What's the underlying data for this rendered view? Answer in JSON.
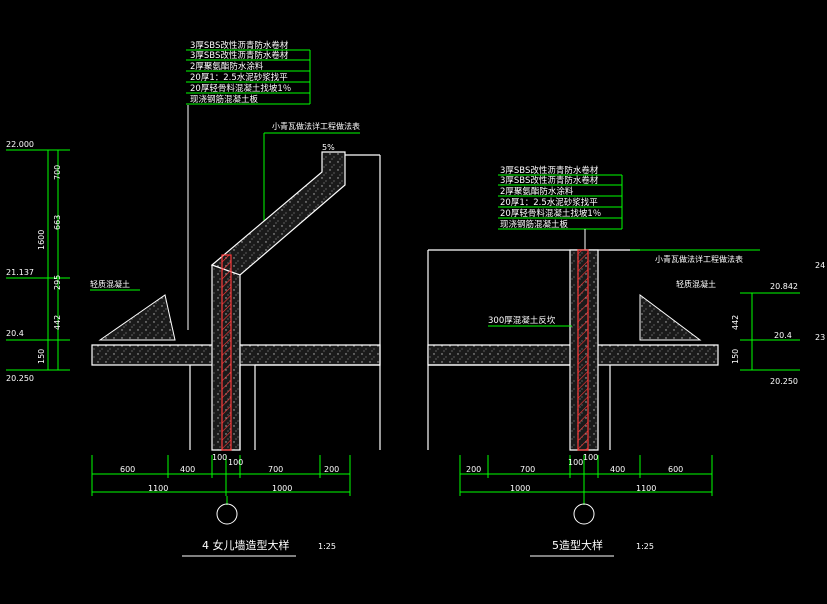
{
  "colors": {
    "background": "#000000",
    "dim": "#00ff00",
    "structure": "#ffffff",
    "hatch": "#ff3b3b",
    "note": "#ffffff",
    "title": "#ffffff",
    "rebar": "#3b4bff"
  },
  "left_detail": {
    "title": "4 女儿墙造型大样",
    "scale": "1:25",
    "layer_notes": [
      "3厚SBS改性沥青防水卷材",
      "3厚SBS改性沥青防水卷材",
      "2厚聚氨酯防水涂料",
      "20厚1：2.5水泥砂浆找平",
      "20厚轻骨料混凝土找坡1％",
      "现浇钢筋混凝土板"
    ],
    "tile_note": "小青瓦做法详工程做法表",
    "slope": "5%",
    "fill_note": "轻质混凝土",
    "elevations": [
      "22.000",
      "21.137",
      "20.4",
      "20.250"
    ],
    "vertical_dims": [
      "700",
      "663",
      "1600",
      "295",
      "442",
      "150"
    ],
    "horizontal_dims_row1": [
      "600",
      "400",
      "100",
      "100",
      "700",
      "200"
    ],
    "horizontal_dims_row2": [
      "1100",
      "1000"
    ]
  },
  "right_detail": {
    "title": "5造型大样",
    "scale": "1:25",
    "layer_notes": [
      "3厚SBS改性沥青防水卷材",
      "3厚SBS改性沥青防水卷材",
      "2厚聚氨酯防水涂料",
      "20厚1：2.5水泥砂浆找平",
      "20厚轻骨料混凝土找坡1％",
      "现浇钢筋混凝土板"
    ],
    "tile_note": "小青瓦做法详工程做法表",
    "fill_note": "轻质混凝土",
    "wall_note": "300厚混凝土反坎",
    "elevations": [
      "20.842",
      "20.4",
      "20.250"
    ],
    "vertical_dims": [
      "442",
      "150"
    ],
    "horizontal_dims_row1": [
      "200",
      "700",
      "100",
      "100",
      "400",
      "600"
    ],
    "horizontal_dims_row2": [
      "1000",
      "1100"
    ],
    "edge_marks": [
      "24",
      "23"
    ]
  }
}
